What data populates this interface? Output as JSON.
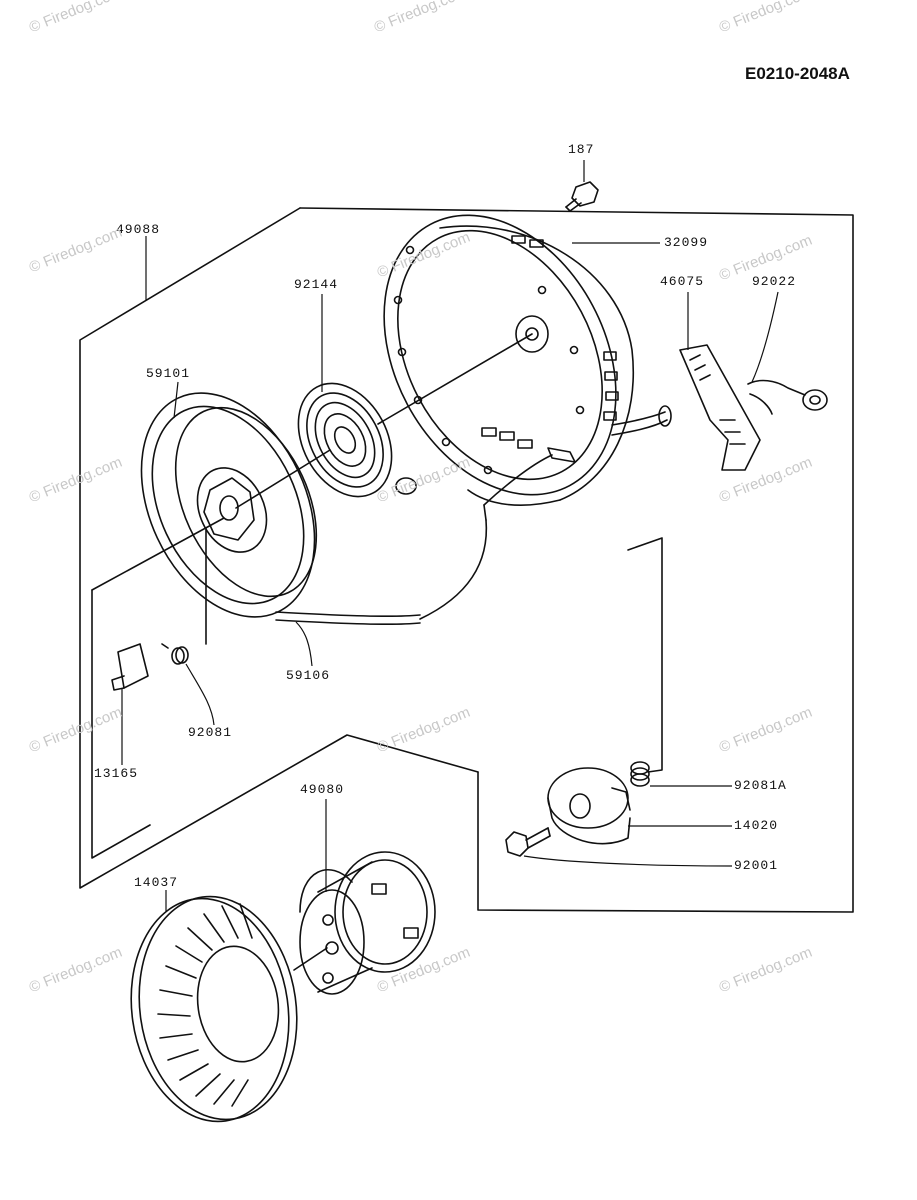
{
  "diagram_id": "E0210-2048A",
  "watermark": "© Firedog.com",
  "parts": [
    {
      "ref": "187"
    },
    {
      "ref": "49088"
    },
    {
      "ref": "32099"
    },
    {
      "ref": "92144"
    },
    {
      "ref": "46075"
    },
    {
      "ref": "92022"
    },
    {
      "ref": "59101"
    },
    {
      "ref": "59106"
    },
    {
      "ref": "92081"
    },
    {
      "ref": "13165"
    },
    {
      "ref": "49080"
    },
    {
      "ref": "92081A"
    },
    {
      "ref": "14020"
    },
    {
      "ref": "92001"
    },
    {
      "ref": "14037"
    }
  ]
}
